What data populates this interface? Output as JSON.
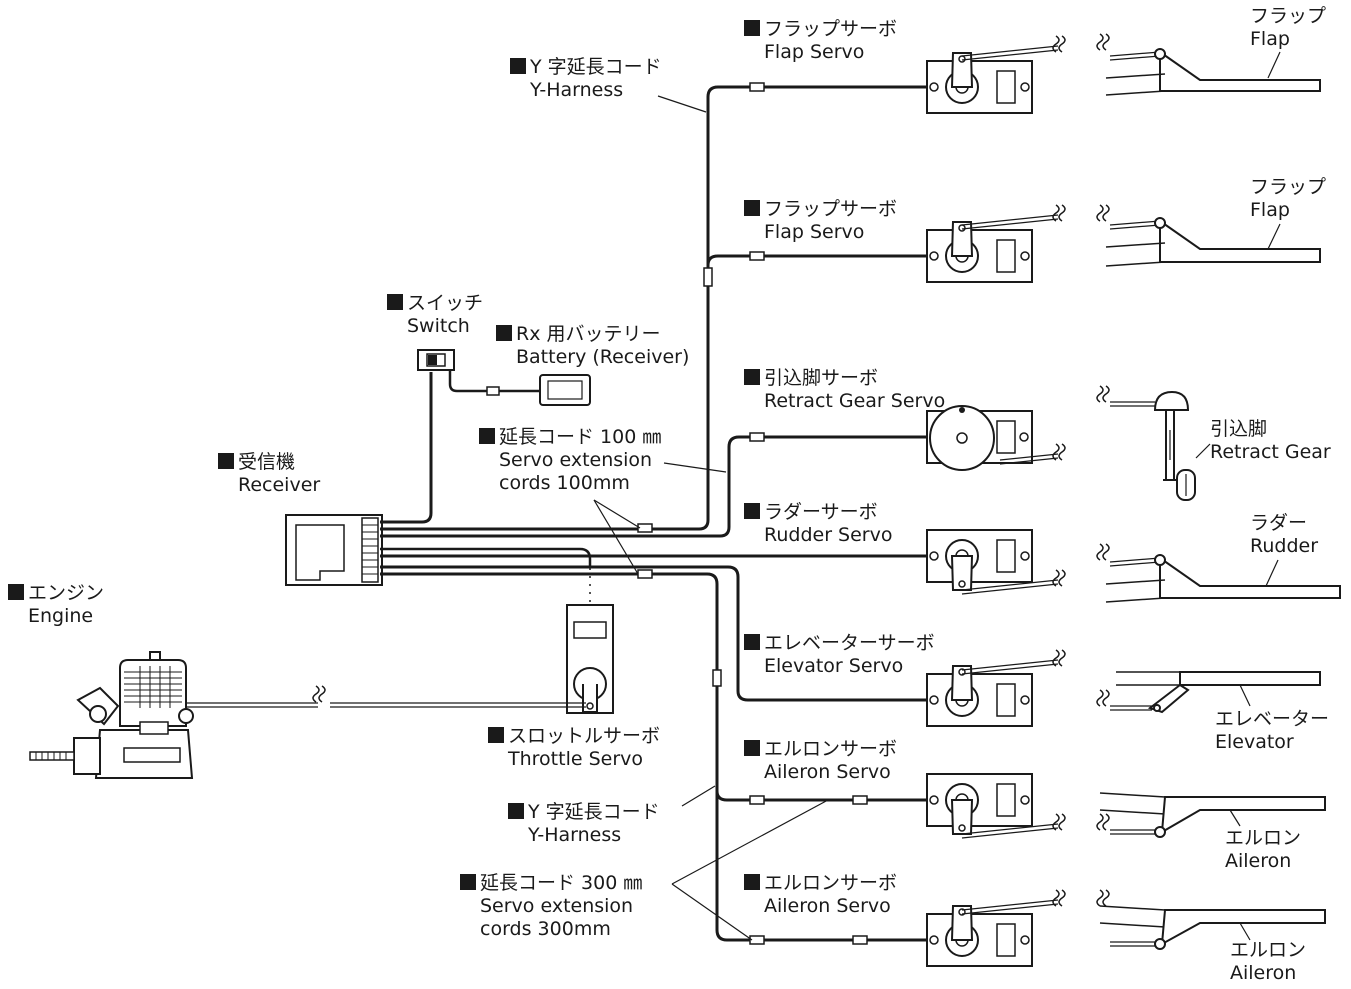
{
  "labels": {
    "flap_servo_1": {
      "jp": "フラップサーボ",
      "en": "Flap Servo"
    },
    "flap_servo_2": {
      "jp": "フラップサーボ",
      "en": "Flap Servo"
    },
    "y_harness_top": {
      "jp": "Y 字延長コード",
      "en": "Y-Harness"
    },
    "switch": {
      "jp": "スイッチ",
      "en": "Switch"
    },
    "battery": {
      "jp": "Rx 用バッテリー",
      "en": "Battery (Receiver)"
    },
    "retract_servo": {
      "jp": "引込脚サーボ",
      "en": "Retract Gear Servo"
    },
    "ext_100": {
      "jp": "延長コード 100 ㎜",
      "en1": "Servo extension",
      "en2": "cords 100mm"
    },
    "receiver": {
      "jp": "受信機",
      "en": "Receiver"
    },
    "rudder_servo": {
      "jp": "ラダーサーボ",
      "en": "Rudder Servo"
    },
    "engine": {
      "jp": "エンジン",
      "en": "Engine"
    },
    "elevator_servo": {
      "jp": "エレベーターサーボ",
      "en": "Elevator Servo"
    },
    "throttle_servo": {
      "jp": "スロットルサーボ",
      "en": "Throttle Servo"
    },
    "aileron_servo_1": {
      "jp": "エルロンサーボ",
      "en": "Aileron Servo"
    },
    "y_harness_bottom": {
      "jp": "Y 字延長コード",
      "en": "Y-Harness"
    },
    "ext_300": {
      "jp": "延長コード 300 ㎜",
      "en1": "Servo extension",
      "en2": "cords 300mm"
    },
    "aileron_servo_2": {
      "jp": "エルロンサーボ",
      "en": "Aileron Servo"
    }
  },
  "surfaces": {
    "flap_1": {
      "jp": "フラップ",
      "en": "Flap"
    },
    "flap_2": {
      "jp": "フラップ",
      "en": "Flap"
    },
    "retract_gear": {
      "jp": "引込脚",
      "en": "Retract Gear"
    },
    "rudder": {
      "jp": "ラダー",
      "en": "Rudder"
    },
    "elevator": {
      "jp": "エレベーター",
      "en": "Elevator"
    },
    "aileron_1": {
      "jp": "エルロン",
      "en": "Aileron"
    },
    "aileron_2": {
      "jp": "エルロン",
      "en": "Aileron"
    }
  },
  "colors": {
    "ink": "#1a1a1a",
    "background": "#ffffff"
  }
}
